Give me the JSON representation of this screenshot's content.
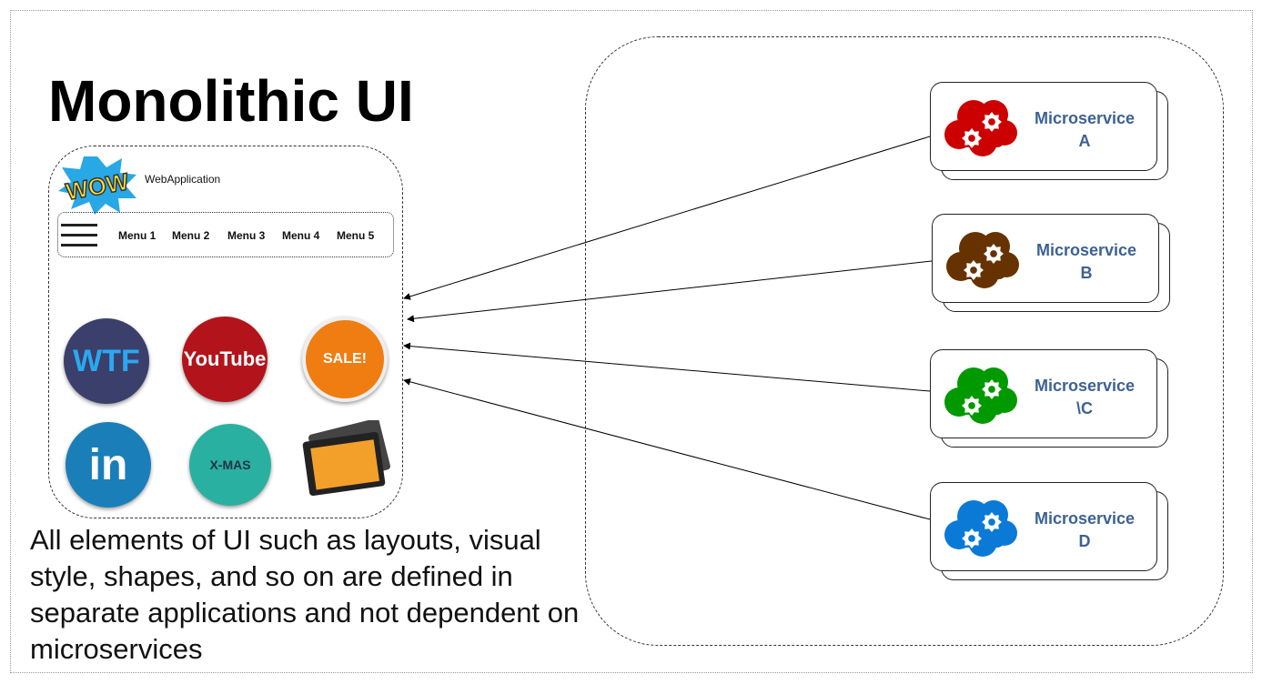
{
  "title": "Monolithic UI",
  "webapp": {
    "logo_text": "WOW",
    "name": "WebApplication",
    "menu": [
      "Menu 1",
      "Menu 2",
      "Menu 3",
      "Menu 4",
      "Menu 5"
    ],
    "icons": [
      {
        "name": "wtf",
        "text": "WTF",
        "color": "#3a3f6b"
      },
      {
        "name": "youtube",
        "text": "YouTube",
        "color": "#b3141c"
      },
      {
        "name": "sale",
        "text": "SALE!",
        "color": "#f07d12"
      },
      {
        "name": "linkedin",
        "text": "in",
        "color": "#1a7fb8"
      },
      {
        "name": "xmas",
        "text": "X-MAS",
        "color": "#2ab0a0"
      },
      {
        "name": "photos",
        "text": "",
        "color": "#333333"
      }
    ]
  },
  "description": "All elements of UI such as layouts, visual style, shapes, and so on are defined in separate applications and not dependent on microservices",
  "services": [
    {
      "line1": "Microservice",
      "line2": "A",
      "color": "#cc0000"
    },
    {
      "line1": "Microservice",
      "line2": "B",
      "color": "#663300"
    },
    {
      "line1": "Microservice",
      "line2": "\\C",
      "color": "#009900"
    },
    {
      "line1": "Microservice",
      "line2": "D",
      "color": "#0a7ad6"
    }
  ]
}
